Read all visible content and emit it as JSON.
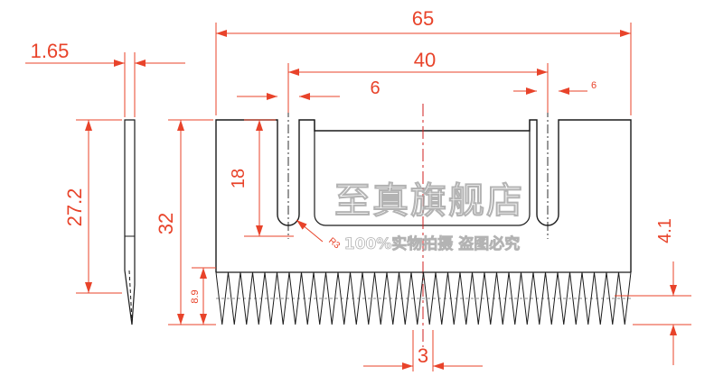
{
  "colors": {
    "dimension": "#e8432a",
    "outline": "#1a1a1a",
    "centerline": "#d11f1f",
    "background": "#ffffff"
  },
  "dimensions": {
    "overall_width": "65",
    "slot_spacing": "40",
    "slot_width_left": "6",
    "slot_width_right": "6",
    "blade_thickness": "1.65",
    "side_height": "27.2",
    "overall_height": "32",
    "slot_depth": "18",
    "slot_radius": "R3",
    "tooth_zone_height": "8.9",
    "tooth_depth": "4.1",
    "tooth_pitch": "3"
  },
  "watermark": {
    "title": "至真旗舰店",
    "subtitle": "100%实物拍摄  盗图必究"
  }
}
